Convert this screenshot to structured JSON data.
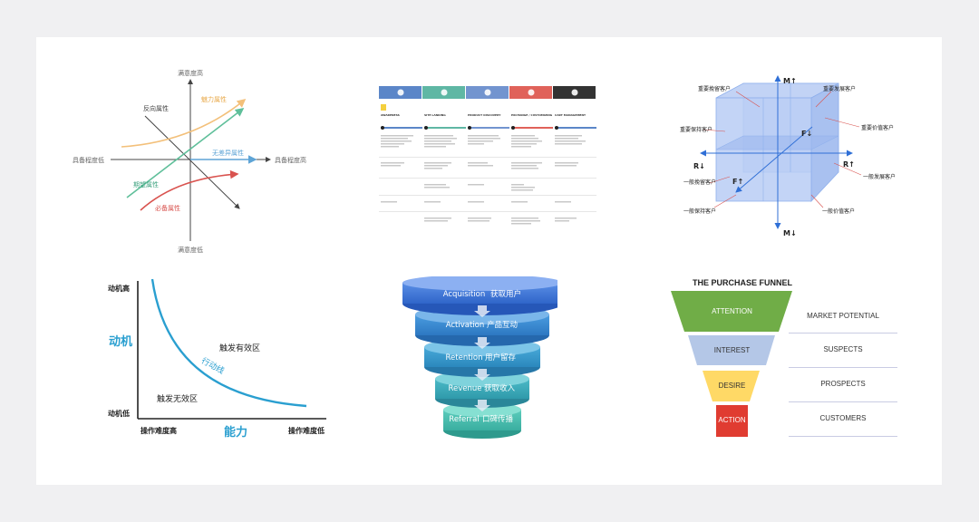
{
  "kano": {
    "axis_top": "满意度高",
    "axis_bottom": "满意度低",
    "axis_left": "具备程度低",
    "axis_right": "具备程度高",
    "reverse": "反向属性",
    "charm": "魅力属性",
    "indifferent": "无差异属性",
    "expected": "期望属性",
    "must": "必备属性",
    "colors": {
      "charm": "#f3c07a",
      "indifferent": "#5ea4d6",
      "expected": "#5fbf9a",
      "must": "#d9534f",
      "axis": "#444444"
    }
  },
  "journey": {
    "stages": [
      "AWARENESS",
      "SITE LANDING",
      "PRODUCT DISCOVERY",
      "EXCHANGE / CUSTOMIZING",
      "CART MANAGEMENT"
    ],
    "colors": [
      "#5b86c8",
      "#5fb7a4",
      "#7294cf",
      "#e0625a",
      "#333333"
    ]
  },
  "rfm": {
    "m_up": "M↑",
    "m_down": "M↓",
    "r_left": "R↓",
    "r_right": "R↑",
    "f_up": "F↑",
    "f_down": "F↓",
    "labels": {
      "important_retain": "重要挽留客户",
      "important_develop": "重要发展客户",
      "important_value": "重要价值客户",
      "important_keep": "重要保持客户",
      "general_retain": "一般挽留客户",
      "general_develop": "一般发展客户",
      "general_keep": "一般保持客户",
      "general_value": "一般价值客户"
    }
  },
  "fogg": {
    "motivation_high": "动机高",
    "motivation_low": "动机低",
    "motivation": "动机",
    "ability": "能力",
    "difficulty_high": "操作难度高",
    "difficulty_low": "操作难度低",
    "effective": "触发有效区",
    "ineffective": "触发无效区",
    "action_line": "行动线",
    "accent": "#2a9fd0"
  },
  "aarrr": {
    "stages": [
      {
        "en": "Acquisition",
        "zh": "获取用户"
      },
      {
        "en": "Activation",
        "zh": "产品互动"
      },
      {
        "en": "Retention",
        "zh": "用户留存"
      },
      {
        "en": "Revenue",
        "zh": "获取收入"
      },
      {
        "en": "Referral",
        "zh": "口碑传播"
      }
    ]
  },
  "purchase_funnel": {
    "title": "THE PURCHASE FUNNEL",
    "stages": [
      "ATTENTION",
      "INTEREST",
      "DESIRE",
      "ACTION"
    ],
    "labels": [
      "MARKET POTENTIAL",
      "SUSPECTS",
      "PROSPECTS",
      "CUSTOMERS"
    ],
    "colors": [
      "#70ad47",
      "#b4c7e7",
      "#ffd966",
      "#e03c31"
    ]
  }
}
